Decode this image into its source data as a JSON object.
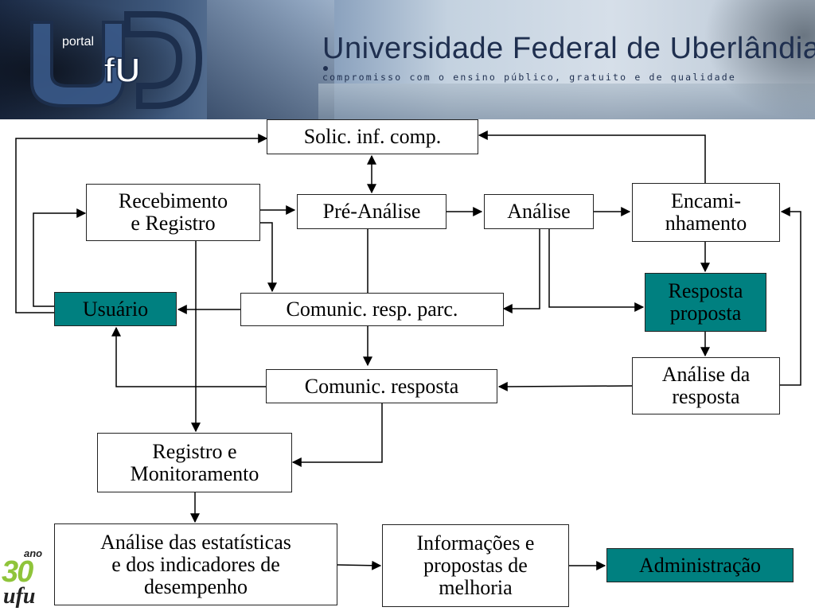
{
  "header": {
    "logo_text": "portal",
    "title": "Universidade Federal de Uberlândia",
    "slogan": "compromisso com o ensino público, gratuito e de qualidade"
  },
  "colors": {
    "highlight_box": "#008080",
    "line": "#000000"
  },
  "nodes": {
    "solic": {
      "lines": [
        "Solic. inf. comp."
      ]
    },
    "recebimento": {
      "lines": [
        "Recebimento",
        "e Registro"
      ]
    },
    "pre_analise": {
      "lines": [
        "Pré-Análise"
      ]
    },
    "analise": {
      "lines": [
        "Análise"
      ]
    },
    "encaminhamento": {
      "lines": [
        "Encami-",
        "nhamento"
      ]
    },
    "usuario": {
      "lines": [
        "Usuário"
      ],
      "highlight": true
    },
    "comunic_parc": {
      "lines": [
        "Comunic. resp. parc."
      ]
    },
    "resposta_proposta": {
      "lines": [
        "Resposta",
        "proposta"
      ],
      "highlight": true
    },
    "analise_resposta": {
      "lines": [
        "Análise da",
        "resposta"
      ]
    },
    "comunic_resposta": {
      "lines": [
        "Comunic. resposta"
      ]
    },
    "registro": {
      "lines": [
        "Registro e",
        "Monitoramento"
      ]
    },
    "analise_estat": {
      "lines": [
        "Análise das estatísticas",
        "e dos indicadores de",
        "desempenho"
      ]
    },
    "informacoes": {
      "lines": [
        "Informações e",
        "propostas de",
        "melhoria"
      ]
    },
    "administracao": {
      "lines": [
        "Administração"
      ],
      "highlight": true
    }
  },
  "footer_logo": {
    "ano": "ano",
    "number": "30",
    "name": "ufu"
  }
}
